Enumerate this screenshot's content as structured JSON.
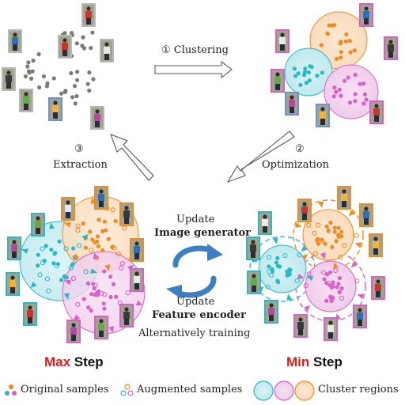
{
  "diagram": {
    "step1": {
      "number": "①",
      "label": "Clustering"
    },
    "step2": {
      "number": "②",
      "label": "Optimization"
    },
    "step3": {
      "number": "③",
      "label": "Extraction"
    },
    "center": {
      "update_top": "Update",
      "image_generator": "Image generator",
      "update_bottom": "Update",
      "feature_encoder": "Feature encoder",
      "alt_training": "Alternatively training"
    },
    "max_step": {
      "prefix": "Max",
      "suffix": " Step"
    },
    "min_step": {
      "prefix": "Min",
      "suffix": " Step"
    }
  },
  "legend": {
    "original": "Original samples",
    "augmented": "Augmented samples",
    "clusters": "Cluster regions"
  },
  "colors": {
    "cyan": "#2bb8c4",
    "orange": "#f08a24",
    "magenta": "#d860c6",
    "gray": "#7a7a7a",
    "red": "#e21a1a",
    "arrow_blue": "#3d7fc1",
    "frame_gray": "#b8b8b8",
    "frame_pink": "#d95fc2",
    "frame_blue": "#6d8fd6"
  }
}
